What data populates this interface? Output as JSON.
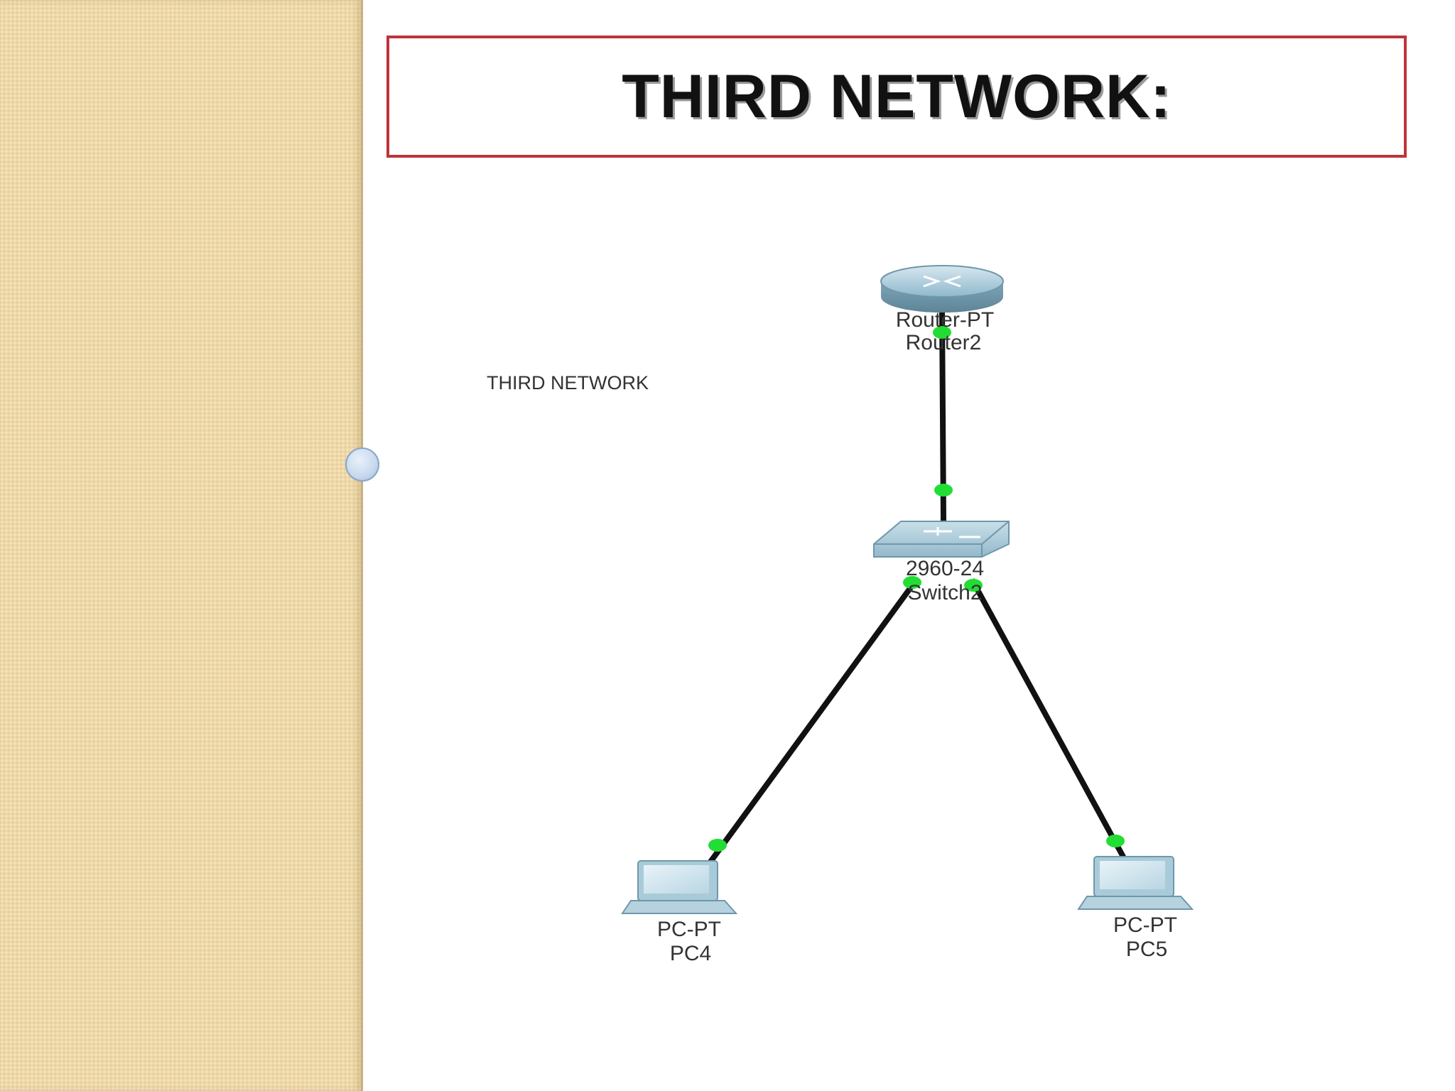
{
  "slide": {
    "title": "THIRD NETWORK:"
  },
  "diagram": {
    "network_label": "THIRD NETWORK",
    "router": {
      "type_label": "Router-PT",
      "name_label": "Router2",
      "icon": "router-icon"
    },
    "switch": {
      "type_label": "2960-24",
      "name_label": "Switch2",
      "icon": "switch-icon"
    },
    "pcs": [
      {
        "type_label": "PC-PT",
        "name_label": "PC4",
        "icon": "pc-icon"
      },
      {
        "type_label": "PC-PT",
        "name_label": "PC5",
        "icon": "pc-icon"
      }
    ],
    "links": [
      {
        "from": "Router2",
        "to": "Switch2"
      },
      {
        "from": "Switch2",
        "to": "PC4"
      },
      {
        "from": "Switch2",
        "to": "PC5"
      }
    ],
    "colors": {
      "link": "#111111",
      "port_status": "#22dd33",
      "device": "#8fb8cc",
      "title_border": "#c0333a",
      "sidebar": "#efd9a8"
    }
  }
}
